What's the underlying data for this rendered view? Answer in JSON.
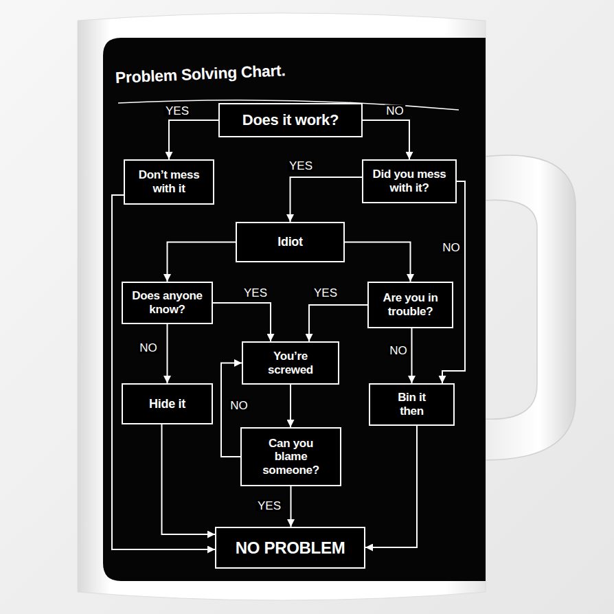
{
  "diagram": {
    "title": "Problem Solving Chart.",
    "nodes": [
      {
        "text": [
          "Does it work?"
        ]
      },
      {
        "text": [
          "Don’t mess with it"
        ]
      },
      {
        "text": [
          "Did you mess with it?"
        ]
      },
      {
        "text": [
          "Idiot"
        ]
      },
      {
        "text": [
          "Does anyone know?"
        ]
      },
      {
        "text": [
          "Are you in trouble?"
        ]
      },
      {
        "text": [
          "You’re screwed"
        ]
      },
      {
        "text": [
          "Hide it"
        ]
      },
      {
        "text": [
          "Bin it then"
        ]
      },
      {
        "text": [
          "Can you blame someone?"
        ]
      },
      {
        "text": [
          "NO PROBLEM"
        ]
      }
    ],
    "edges": [
      {
        "from": 0,
        "to": 1,
        "label": "YES",
        "arrow": "to"
      },
      {
        "from": 0,
        "to": 2,
        "label": "NO",
        "arrow": "to"
      },
      {
        "from": 2,
        "to": 3,
        "label": "YES",
        "arrow": "to"
      },
      {
        "from": 2,
        "to": 8,
        "label": "NO",
        "arrow": "to"
      },
      {
        "from": 3,
        "to": 4,
        "arrow": "to"
      },
      {
        "from": 3,
        "to": 5,
        "arrow": "to"
      },
      {
        "from": 4,
        "to": 6,
        "label": "YES",
        "arrow": "to"
      },
      {
        "from": 5,
        "to": 6,
        "label": "YES",
        "arrow": "to"
      },
      {
        "from": 4,
        "to": 7,
        "label": "NO",
        "arrow": "to"
      },
      {
        "from": 5,
        "to": 8,
        "label": "NO",
        "arrow": "to"
      },
      {
        "from": 6,
        "to": 9,
        "arrow": "to"
      },
      {
        "from": 9,
        "to": 6,
        "label": "NO",
        "arrow": "to"
      },
      {
        "from": 9,
        "to": 10,
        "label": "YES",
        "arrow": "to"
      },
      {
        "from": 1,
        "to": 10,
        "arrow": "to"
      },
      {
        "from": 7,
        "to": 10,
        "arrow": "to"
      },
      {
        "from": 8,
        "to": 10,
        "arrow": "to"
      }
    ]
  }
}
